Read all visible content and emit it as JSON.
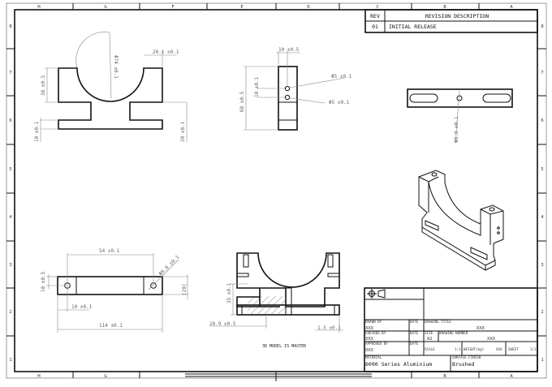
{
  "border": {
    "columns": [
      "H",
      "G",
      "F",
      "E",
      "D",
      "C",
      "B",
      "A"
    ],
    "rows": [
      "8",
      "7",
      "6",
      "5",
      "4",
      "3",
      "2",
      "1"
    ]
  },
  "revision_table": {
    "headers": [
      "REV",
      "REVISION DESCRIPTION"
    ],
    "rows": [
      {
        "rev": "01",
        "description": "INITIAL RELEASE"
      }
    ]
  },
  "dimensions": {
    "front": [
      "Φ74 ±0.1",
      "20.1 ±0.1",
      "38 ±0.5",
      "10 ±0.1",
      "20 ±0.1"
    ],
    "side": [
      "10 ±0.5",
      "Φ5 ±0.1",
      "Φ5 ±0.1",
      "10 ±0.1",
      "68 ±0.5"
    ],
    "top_right": [
      "Φ6.8 ±0.1"
    ],
    "bottom": [
      "54 ±0.1",
      "Φ8.8 ±0.1",
      "10 ±0.5",
      "[20]",
      "10 ±0.1",
      "114 ±0.1"
    ],
    "section": [
      "35 ±0.1",
      "28.9 ±0.5",
      "1.5 ±0.1"
    ]
  },
  "note": "3D MODEL IS MASTER",
  "title_block": {
    "drawn_by_label": "DRAWN BY",
    "drawn_by": "XXX",
    "checked_by_label": "CHECKED BY",
    "checked_by": "XXX",
    "approved_by_label": "APPROVED BY",
    "approved_by": "XXX",
    "date_label": "DATE",
    "drawing_title_label": "DRAWING TITLE",
    "drawing_title": "XXX",
    "size_label": "SIZE",
    "size": "A2",
    "drawing_number_label": "DRAWING NUMBER",
    "drawing_number": "XXX",
    "scale_label": "SCALE",
    "scale": "1:1",
    "weight_label": "WEIGHT(kg)",
    "weight": "XXX",
    "sheet_label": "SHEET",
    "sheet": "1/1",
    "material_label": "MATERIAL",
    "material": "6000 Series Aluminium",
    "finish_label": "SURFACE FINISH",
    "finish": "Brushed"
  }
}
